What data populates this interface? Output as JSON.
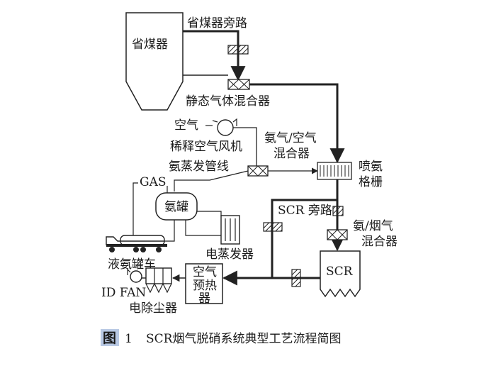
{
  "labels": {
    "economizer": "省煤器",
    "economizer_bypass": "省煤器旁路",
    "static_mixer": "静态气体混合器",
    "air": "空气",
    "dilution_fan": "稀释空气风机",
    "ammonia_air_mixer_1": "氨气/空气",
    "ammonia_air_mixer_2": "混合器",
    "ammonia_steam_pipe": "氨蒸发管线",
    "injection_grid_1": "喷氨",
    "injection_grid_2": "格栅",
    "gas": "GAS",
    "ammonia_tank": "氨罐",
    "scr_bypass": "SCR 旁路",
    "ammonia_flue_mixer_1": "氨/烟气",
    "ammonia_flue_mixer_2": "混合器",
    "tanker_truck": "液氨罐车",
    "electric_evaporator": "电蒸发器",
    "scr": "SCR",
    "air_preheater_1": "空气",
    "air_preheater_2": "预热",
    "air_preheater_3": "器",
    "id_fan": "ID FAN",
    "esp": "电除尘器"
  },
  "caption": {
    "fig_label": "图",
    "fig_number": "1",
    "title": "SCR烟气脱硝系统典型工艺流程简图"
  },
  "colors": {
    "line": "#222222",
    "fig_label_bg": "#b9c9e4"
  }
}
